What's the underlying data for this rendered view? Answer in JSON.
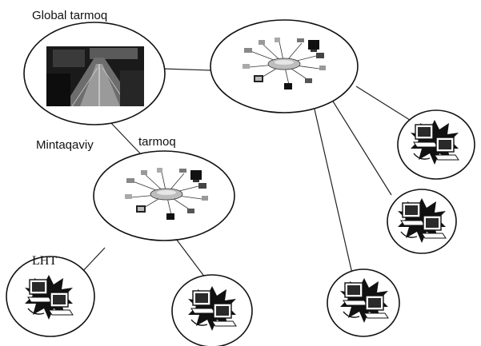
{
  "labels": {
    "global": "Global tarmoq",
    "regional_left": "Mintaqaviy",
    "regional_right": "tarmoq",
    "lan": "LHT"
  },
  "colors": {
    "line": "#222222",
    "background": "#ffffff",
    "screen": "#2a2a2a",
    "burst": "#111111"
  },
  "icons": {
    "global": "satellite-photo-icon",
    "hub": "star-network-hub-icon",
    "lan": "lan-workstations-icon"
  }
}
